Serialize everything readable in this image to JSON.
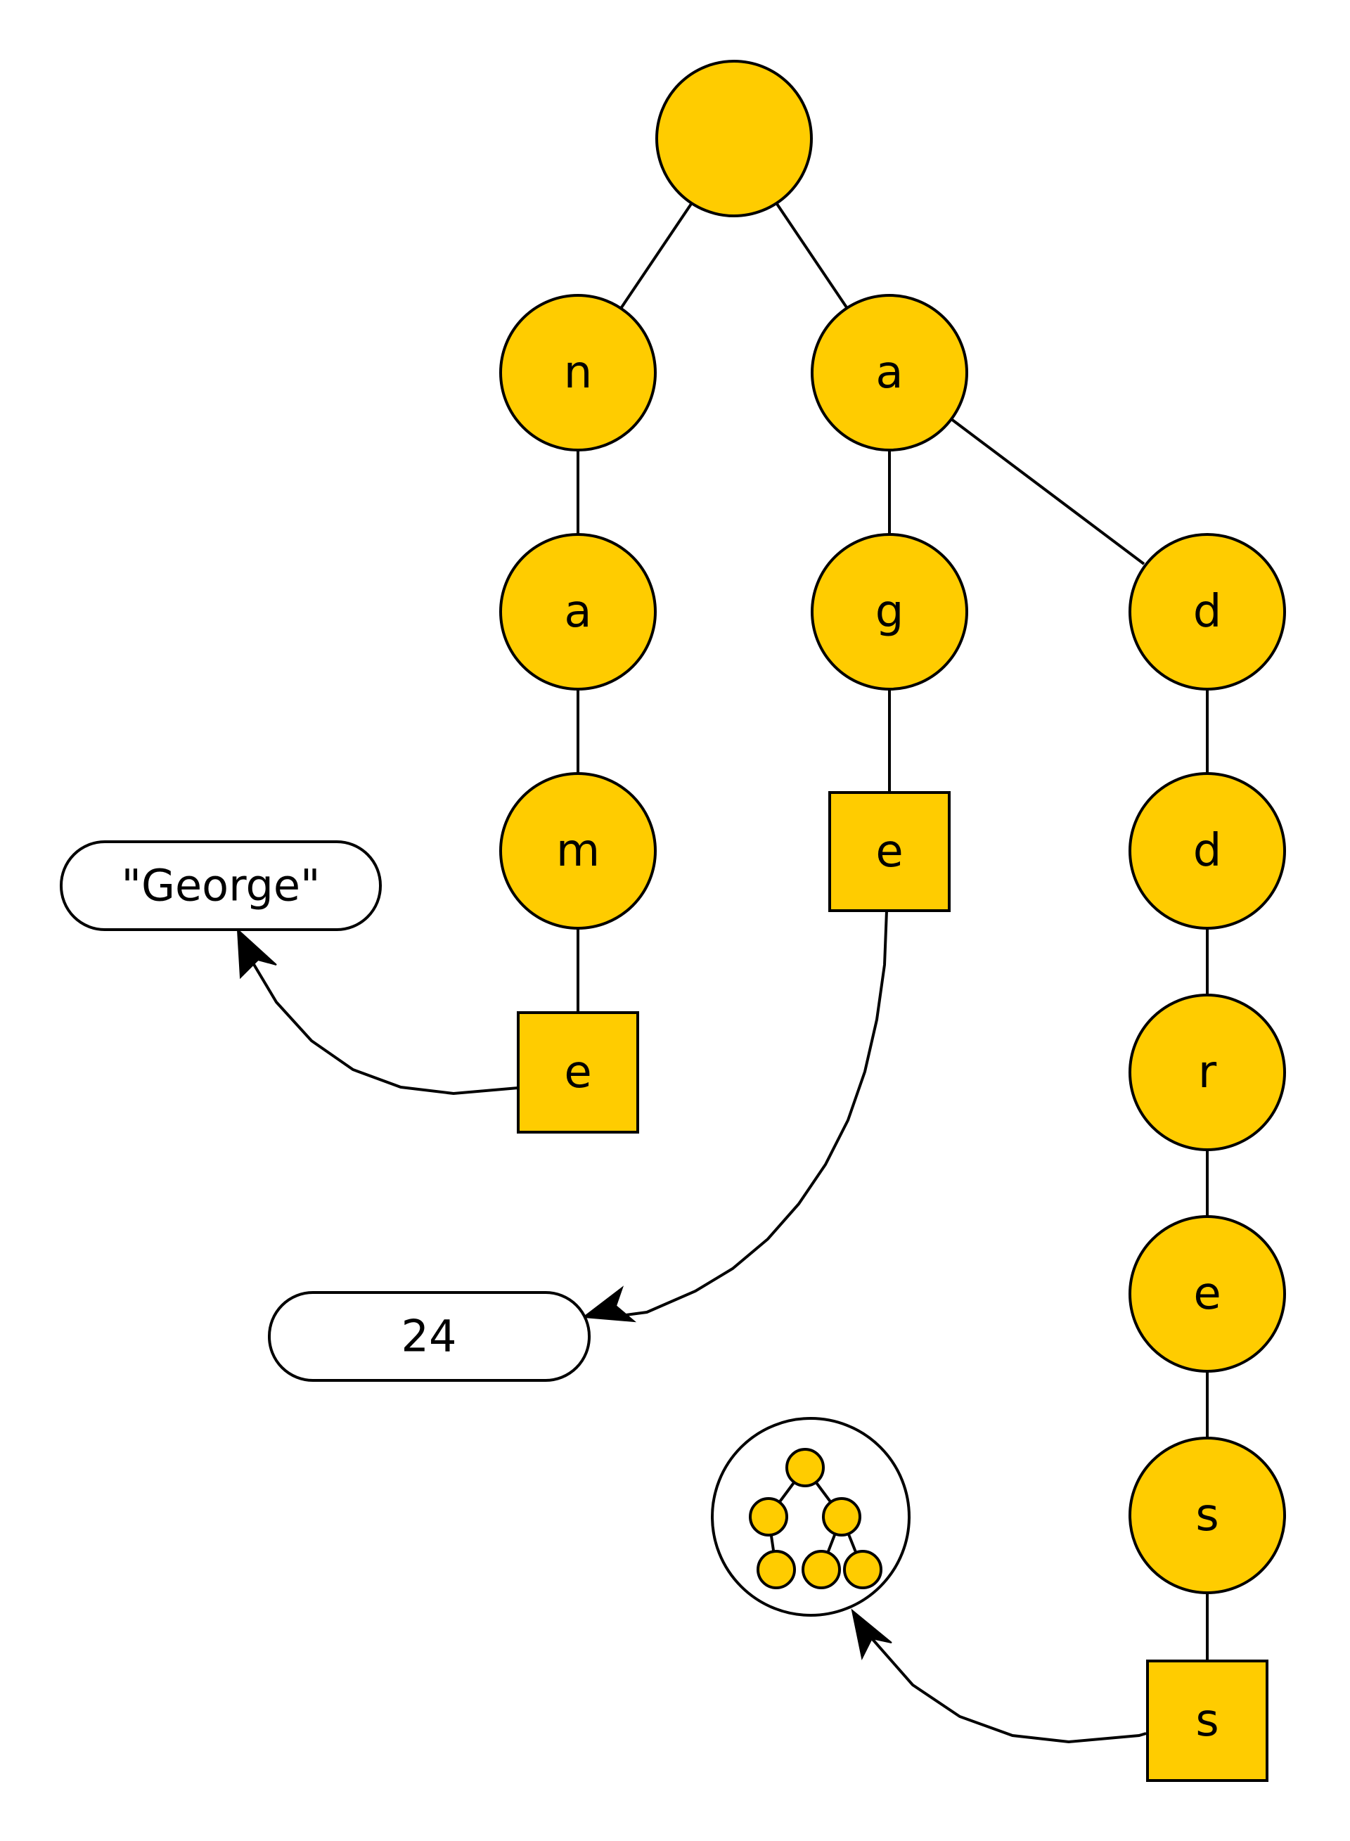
{
  "colors": {
    "node_fill": "#FFCC00",
    "stroke": "#000000",
    "value_fill": "#FFFFFF",
    "background": "#FFFFFF"
  },
  "trie": {
    "root_label": "",
    "nodes": {
      "n": "n",
      "a_left": "a",
      "m": "m",
      "e_name": "e",
      "a_right": "a",
      "g": "g",
      "e_age": "e",
      "d1": "d",
      "d2": "d",
      "r": "r",
      "e_addr": "e",
      "s1": "s",
      "s2": "s"
    }
  },
  "values": {
    "name_value": "\"George\"",
    "age_value": "24",
    "address_value_icon": "mini-tree-icon"
  }
}
